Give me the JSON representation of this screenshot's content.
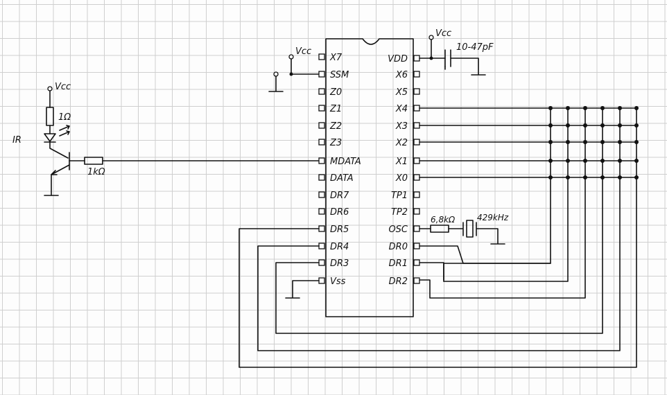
{
  "power": {
    "vcc": "Vcc"
  },
  "ir_section": {
    "ir_label": "IR",
    "resistor_1": "1Ω",
    "resistor_2": "1kΩ"
  },
  "chip": {
    "left_pins": [
      "X7",
      "SSM",
      "Z0",
      "Z1",
      "Z2",
      "Z3",
      "MDATA",
      "DATA",
      "DR7",
      "DR6",
      "DR5",
      "DR4",
      "DR3",
      "Vss"
    ],
    "right_pins": [
      "VDD",
      "X6",
      "X5",
      "X4",
      "X3",
      "X2",
      "X1",
      "X0",
      "TP1",
      "TP2",
      "OSC",
      "DR0",
      "DR1",
      "DR2"
    ]
  },
  "components": {
    "capacitor": "10-47pF",
    "osc_resistor": "6,8kΩ",
    "resonator": "429kHz"
  }
}
